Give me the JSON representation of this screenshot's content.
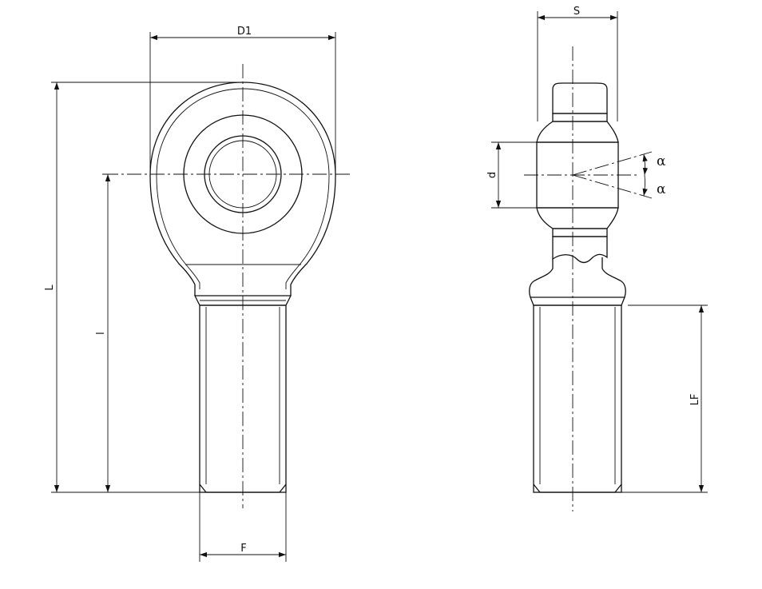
{
  "labels": {
    "d1": "D1",
    "s": "S",
    "l_total": "L",
    "l_center": "l",
    "d": "d",
    "alpha_top": "α",
    "alpha_bottom": "α",
    "lf": "LF",
    "f": "F"
  }
}
